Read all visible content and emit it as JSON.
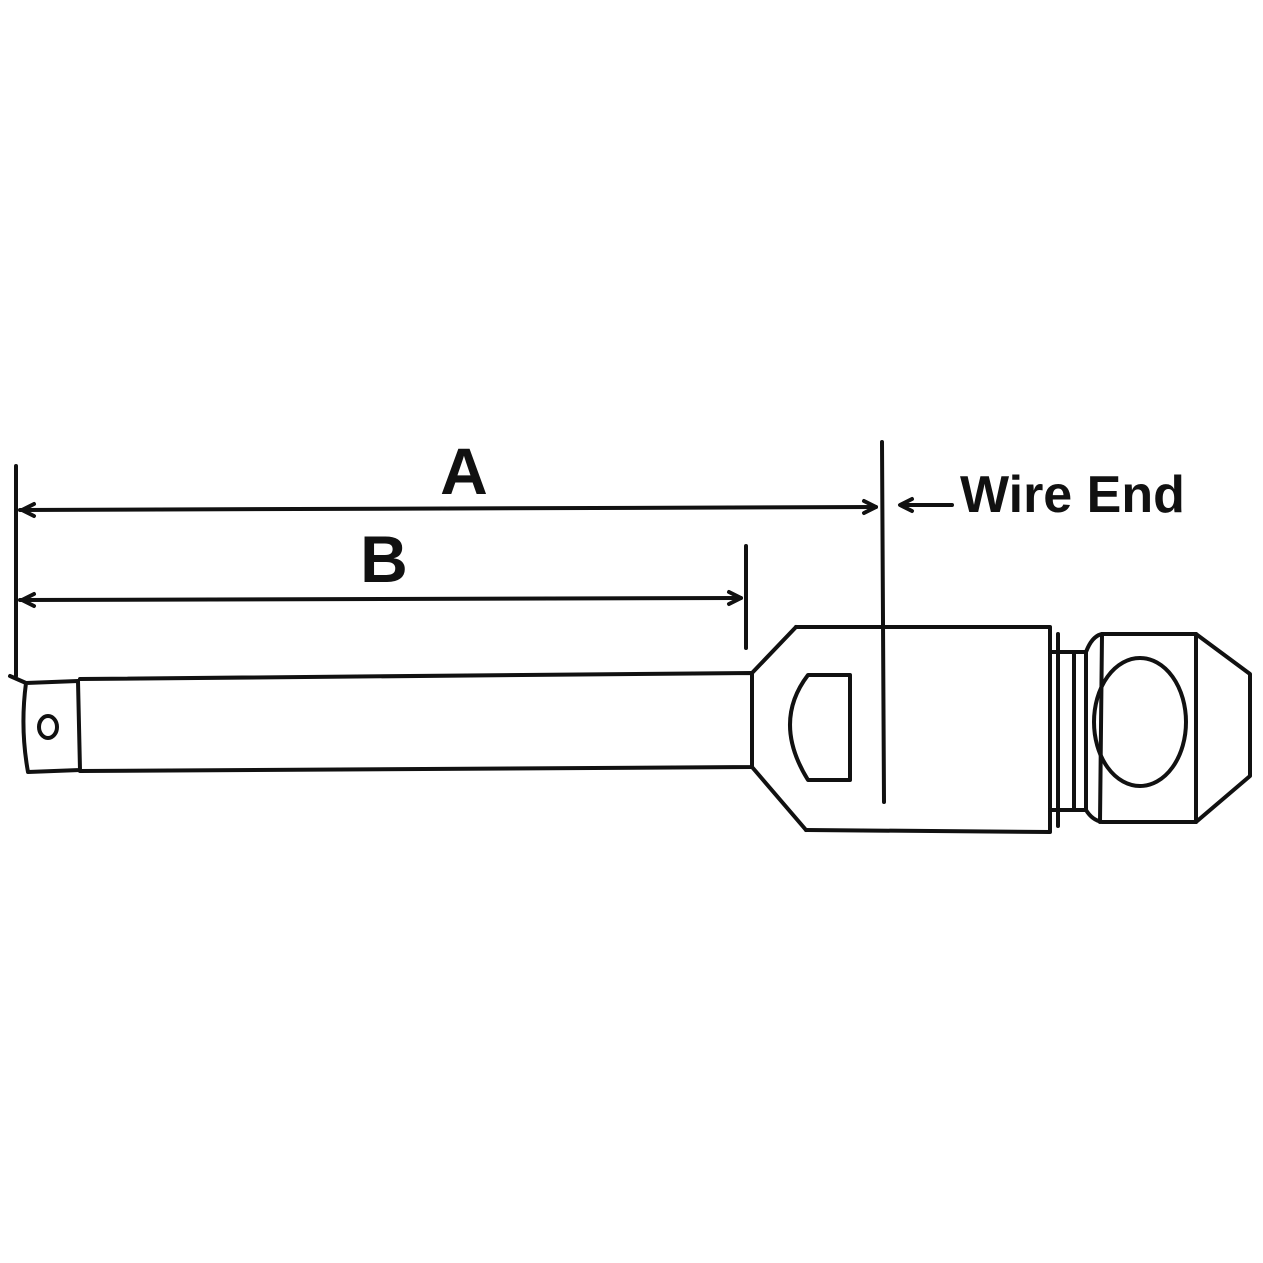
{
  "diagram": {
    "dimension_a_label": "A",
    "dimension_b_label": "B",
    "wire_end_label": "Wire End",
    "line_color": "#111111",
    "background_color": "#ffffff"
  }
}
